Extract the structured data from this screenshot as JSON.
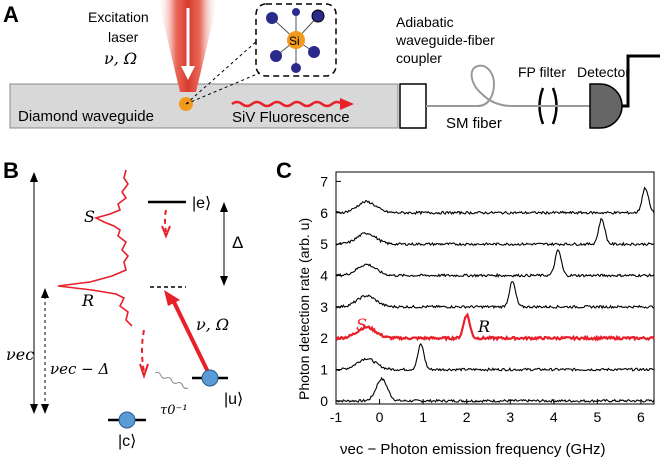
{
  "panel_a": {
    "label": "A",
    "excitation_line1": "Excitation",
    "excitation_line2": "laser",
    "laser_params": "ν, Ω",
    "si_label": "Si",
    "waveguide_label": "Diamond waveguide",
    "fluorescence_label": "SiV Fluorescence",
    "coupler_line1": "Adiabatic",
    "coupler_line2": "waveguide-fiber",
    "coupler_line3": "coupler",
    "fiber_label": "SM fiber",
    "filter_label": "FP filter",
    "detector_label": "Detector"
  },
  "panel_b": {
    "label": "B",
    "state_e": "|e⟩",
    "state_u": "|u⟩",
    "state_c": "|c⟩",
    "delta": "Δ",
    "drive_params": "ν, Ω",
    "nu_ec": "νec",
    "nu_ec_minus_delta": "νec − Δ",
    "decay": "τ0⁻¹",
    "peak_s": "S",
    "peak_r": "R"
  },
  "panel_c": {
    "label": "C",
    "peak_s": "S",
    "peak_r": "R",
    "highlight_color": "#e8202a",
    "trace_color": "#000000",
    "chart_data": {
      "type": "line",
      "xlabel": "νec − Photon emission frequency (GHz)",
      "ylabel": "Photon detection rate (arb. u)",
      "xlim": [
        -1,
        6.3
      ],
      "ylim": [
        -0.1,
        7.3
      ],
      "xticks": [
        "-1",
        "0",
        "1",
        "2",
        "3",
        "4",
        "5",
        "6"
      ],
      "yticks": [
        "0",
        "1",
        "2",
        "3",
        "4",
        "5",
        "6",
        "7"
      ],
      "grid": false,
      "series": [
        {
          "offset": 0,
          "peak": 0.05,
          "highlight": false
        },
        {
          "offset": 1,
          "peak": 0.95,
          "highlight": false
        },
        {
          "offset": 2,
          "peak": 2.0,
          "highlight": true
        },
        {
          "offset": 3,
          "peak": 3.05,
          "highlight": false
        },
        {
          "offset": 4,
          "peak": 4.1,
          "highlight": false
        },
        {
          "offset": 5,
          "peak": 5.1,
          "highlight": false
        },
        {
          "offset": 6,
          "peak": 6.1,
          "highlight": false
        }
      ]
    }
  }
}
